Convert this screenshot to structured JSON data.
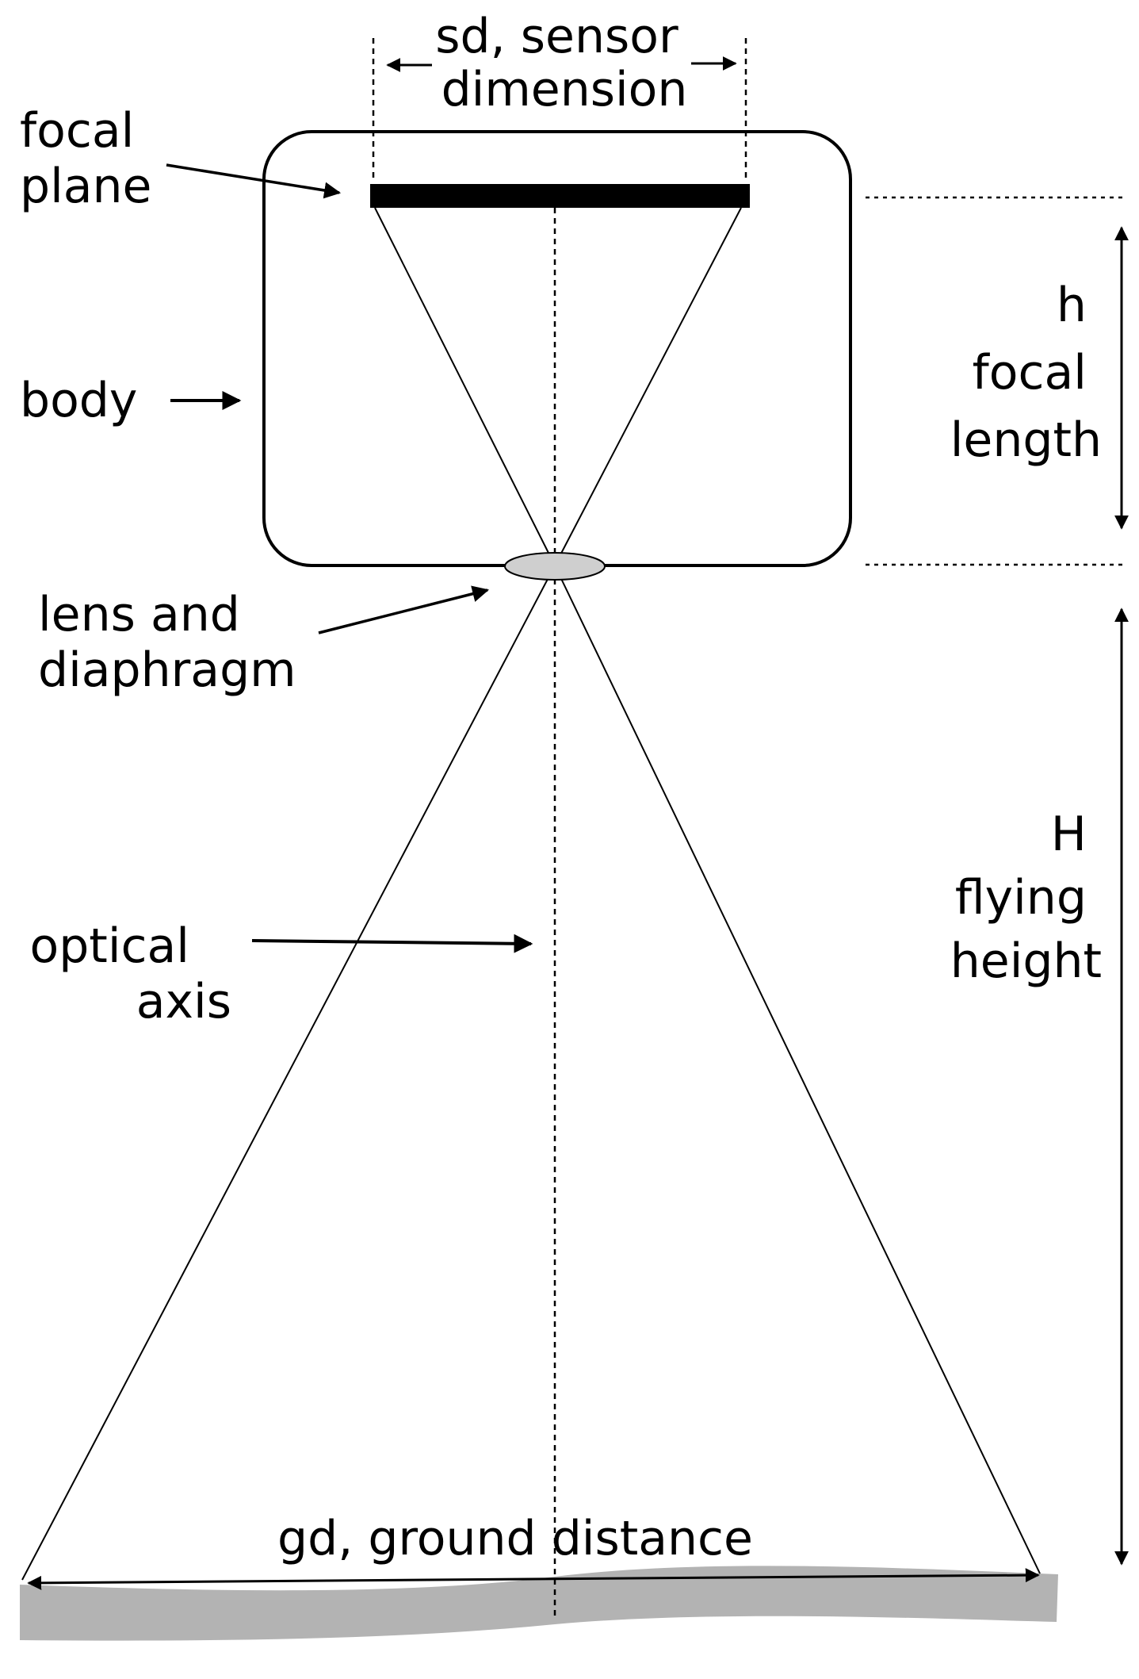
{
  "labels": {
    "sensor": [
      "sd, sensor",
      "dimension"
    ],
    "focal_plane": [
      "focal",
      "plane"
    ],
    "body": "body",
    "lens": [
      "lens and",
      "diaphragm"
    ],
    "optical_axis": [
      "optical",
      "axis"
    ],
    "focal_length": [
      "h",
      "focal",
      "length"
    ],
    "flying_height": [
      "H",
      "flying",
      "height"
    ],
    "ground_distance": "gd, ground distance"
  },
  "colors": {
    "stroke": "#000000",
    "ground": "#b3b3b3",
    "lens": "#cfcfcf",
    "sensor": "#000000"
  }
}
